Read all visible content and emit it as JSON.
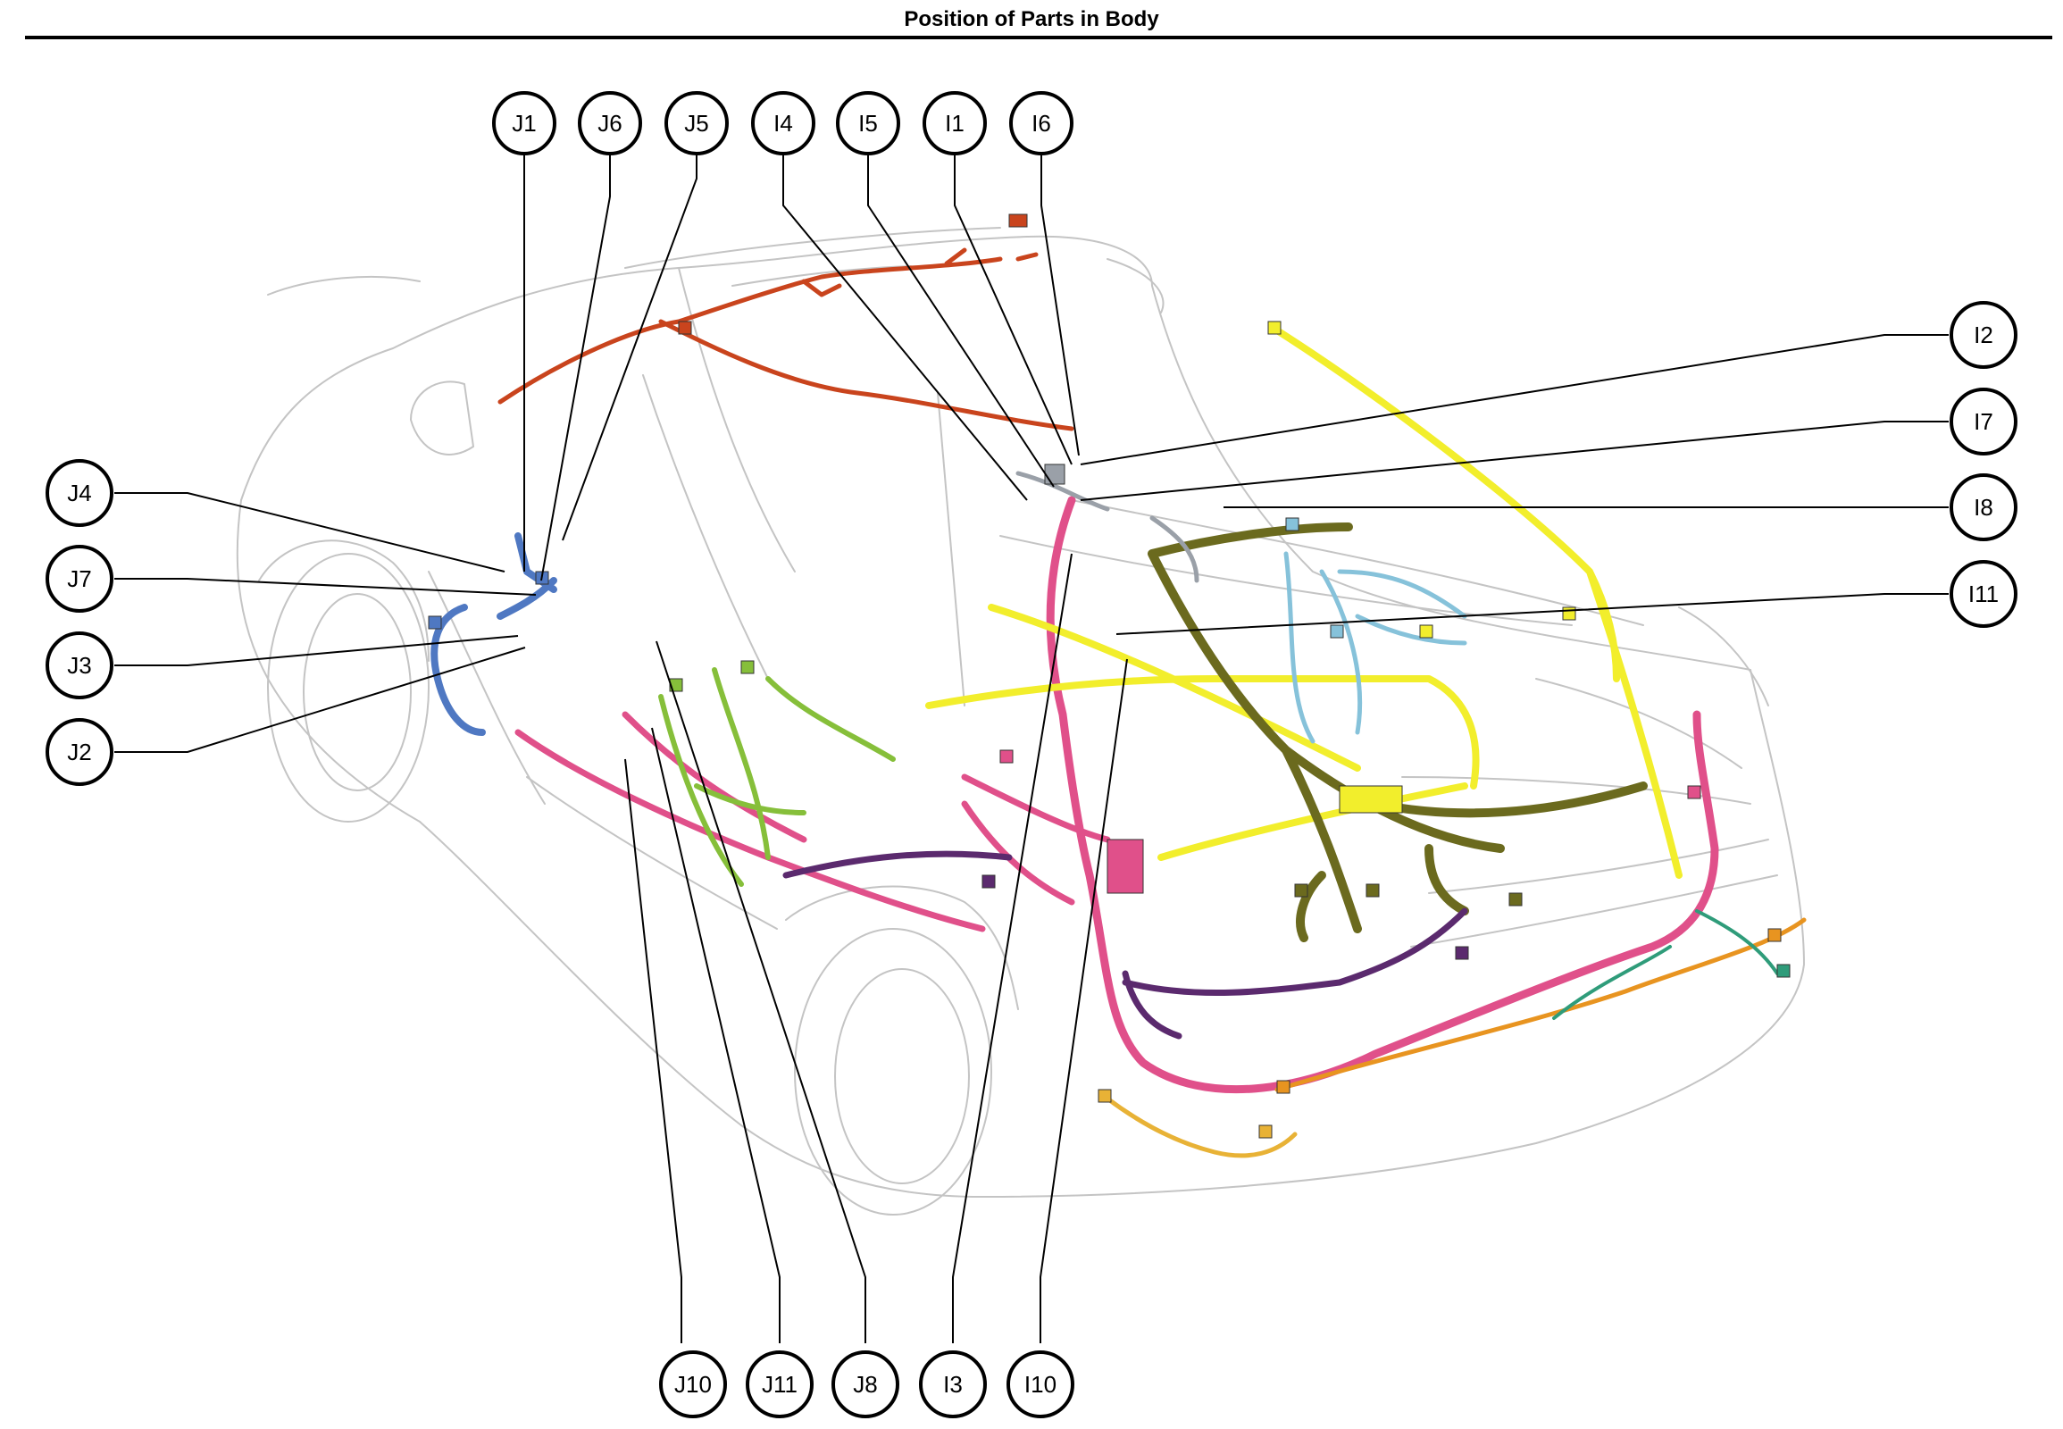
{
  "title": "Position of Parts in Body",
  "colors": {
    "outline": "#c4c4c4",
    "harness_blue": "#4f78c2",
    "harness_brown_red": "#c9441d",
    "harness_pink": "#e0508a",
    "harness_yellow": "#f2ee2c",
    "harness_olive": "#6b6a1e",
    "harness_green": "#86bf3a",
    "harness_purple": "#5b2a6e",
    "harness_light_blue": "#86c2da",
    "harness_orange": "#e89420",
    "harness_teal": "#2f9c7a",
    "harness_gold": "#e8b236",
    "harness_grey": "#9aa0a8"
  },
  "callouts": [
    {
      "id": "j1",
      "label": "J1"
    },
    {
      "id": "j6",
      "label": "J6"
    },
    {
      "id": "j5",
      "label": "J5"
    },
    {
      "id": "i4",
      "label": "I4"
    },
    {
      "id": "i5",
      "label": "I5"
    },
    {
      "id": "i1",
      "label": "I1"
    },
    {
      "id": "i6",
      "label": "I6"
    },
    {
      "id": "i2",
      "label": "I2"
    },
    {
      "id": "i7",
      "label": "I7"
    },
    {
      "id": "i8",
      "label": "I8"
    },
    {
      "id": "i11",
      "label": "I11"
    },
    {
      "id": "j4",
      "label": "J4"
    },
    {
      "id": "j7",
      "label": "J7"
    },
    {
      "id": "j3",
      "label": "J3"
    },
    {
      "id": "j2",
      "label": "J2"
    },
    {
      "id": "j10",
      "label": "J10"
    },
    {
      "id": "j11",
      "label": "J11"
    },
    {
      "id": "j8",
      "label": "J8"
    },
    {
      "id": "i3",
      "label": "I3"
    },
    {
      "id": "i10",
      "label": "I10"
    }
  ]
}
